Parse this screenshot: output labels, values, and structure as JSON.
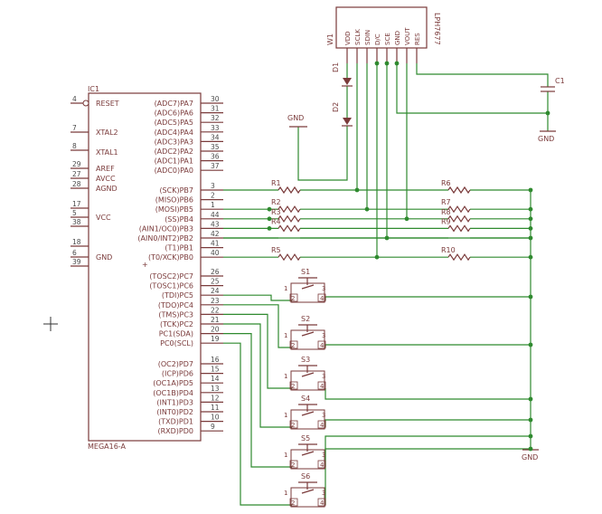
{
  "mcu": {
    "name": "IC1",
    "part": "MEGA16-A",
    "left_pins": [
      {
        "num": "4",
        "name": "RESET"
      },
      {
        "num": "7",
        "name": "XTAL2"
      },
      {
        "num": "8",
        "name": "XTAL1"
      },
      {
        "num": "29",
        "name": "AREF"
      },
      {
        "num": "27",
        "name": "AVCC"
      },
      {
        "num": "28",
        "name": "AGND"
      },
      {
        "num": "17",
        "name": "VCC"
      },
      {
        "num": "5",
        "name": ""
      },
      {
        "num": "38",
        "name": ""
      },
      {
        "num": "18",
        "name": "GND"
      },
      {
        "num": "6",
        "name": ""
      },
      {
        "num": "39",
        "name": ""
      }
    ],
    "right_pins": [
      {
        "num": "30",
        "name": "(ADC7)PA7"
      },
      {
        "num": "31",
        "name": "(ADC6)PA6"
      },
      {
        "num": "32",
        "name": "(ADC5)PA5"
      },
      {
        "num": "33",
        "name": "(ADC4)PA4"
      },
      {
        "num": "34",
        "name": "(ADC3)PA3"
      },
      {
        "num": "35",
        "name": "(ADC2)PA2"
      },
      {
        "num": "36",
        "name": "(ADC1)PA1"
      },
      {
        "num": "37",
        "name": "(ADC0)PA0"
      },
      {
        "num": "3",
        "name": "(SCK)PB7"
      },
      {
        "num": "2",
        "name": "(MISO)PB6"
      },
      {
        "num": "1",
        "name": "(MOSI)PB5"
      },
      {
        "num": "44",
        "name": "(SS)PB4"
      },
      {
        "num": "43",
        "name": "(AIN1/OC0)PB3"
      },
      {
        "num": "42",
        "name": "(AIN0/INT2)PB2"
      },
      {
        "num": "41",
        "name": "(T1)PB1"
      },
      {
        "num": "40",
        "name": "(T0/XCK)PB0"
      },
      {
        "num": "26",
        "name": "(TOSC2)PC7"
      },
      {
        "num": "25",
        "name": "(TOSC1)PC6"
      },
      {
        "num": "24",
        "name": "(TDI)PC5"
      },
      {
        "num": "23",
        "name": "(TDO)PC4"
      },
      {
        "num": "22",
        "name": "(TMS)PC3"
      },
      {
        "num": "21",
        "name": "(TCK)PC2"
      },
      {
        "num": "20",
        "name": "PC1(SDA)"
      },
      {
        "num": "19",
        "name": "PC0(SCL)"
      },
      {
        "num": "16",
        "name": "(OC2)PD7"
      },
      {
        "num": "15",
        "name": "(ICP)PD6"
      },
      {
        "num": "14",
        "name": "(OC1A)PD5"
      },
      {
        "num": "13",
        "name": "(OC1B)PD4"
      },
      {
        "num": "12",
        "name": "(INT1)PD3"
      },
      {
        "num": "11",
        "name": "(INT0)PD2"
      },
      {
        "num": "10",
        "name": "(TXD)PD1"
      },
      {
        "num": "9",
        "name": "(RXD)PD0"
      }
    ]
  },
  "lcd": {
    "name": "W1",
    "part": "LPH7677",
    "pins": [
      "VDD",
      "SCLK",
      "SDIN",
      "D/C",
      "SCE",
      "GND",
      "VOUT",
      "RES"
    ]
  },
  "diodes": [
    "D1",
    "D2"
  ],
  "capacitor": "C1",
  "resistors_left": [
    "R1",
    "R2",
    "R3",
    "R4",
    "R5"
  ],
  "resistors_right": [
    "R6",
    "R7",
    "R8",
    "R9",
    "R10"
  ],
  "switches": [
    "S1",
    "S2",
    "S3",
    "S4",
    "S5",
    "S6"
  ],
  "switch_pins": [
    "1",
    "2",
    "3",
    "4"
  ],
  "gnd_labels": [
    "GND",
    "GND",
    "GND"
  ],
  "colors": {
    "wire": "#2f8a2f",
    "symbol": "#7a3a3a",
    "junction": "#2f8a2f",
    "crosshair": "#333333"
  }
}
